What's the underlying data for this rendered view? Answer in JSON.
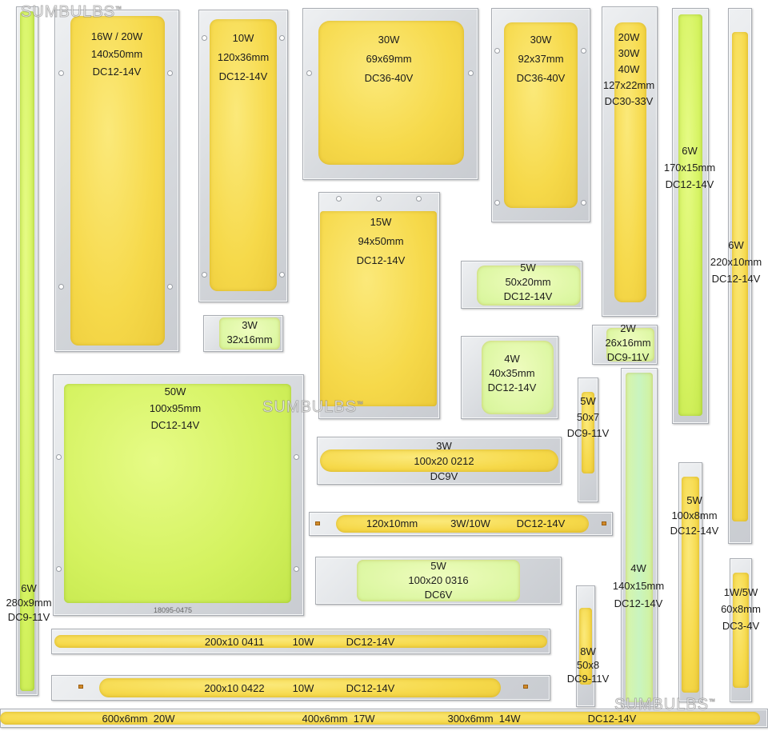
{
  "watermark": "SUMBULBS",
  "watermark_mark": "™",
  "labels": {
    "p16w": [
      "16W / 20W",
      "140x50mm",
      "DC12-14V"
    ],
    "p10w": [
      "10W",
      "120x36mm",
      "DC12-14V"
    ],
    "p30a": [
      "30W",
      "69x69mm",
      "DC36-40V"
    ],
    "p30b": [
      "30W",
      "92x37mm",
      "DC36-40V"
    ],
    "p20w": [
      "20W",
      "30W",
      "40W",
      "127x22mm",
      "DC30-33V"
    ],
    "p6wa": [
      "6W",
      "170x15mm",
      "DC12-14V"
    ],
    "p6wb": [
      "6W",
      "220x10mm",
      "DC12-14V"
    ],
    "p6wc": [
      "6W",
      "280x9mm",
      "DC9-11V"
    ],
    "p15w": [
      "15W",
      "94x50mm",
      "DC12-14V"
    ],
    "p5wa": [
      "5W",
      "50x20mm",
      "DC12-14V"
    ],
    "p3wa": [
      "3W",
      "32x16mm"
    ],
    "p2w": [
      "2W",
      "26x16mm",
      "DC9-11V"
    ],
    "p4wa": [
      "4W",
      "40x35mm",
      "DC12-14V"
    ],
    "p50w": [
      "50W",
      "100x95mm",
      "DC12-14V"
    ],
    "p5wb": [
      "5W",
      "50x7",
      "DC9-11V"
    ],
    "p3wb": [
      "3W",
      "100x20 0212",
      "DC9V"
    ],
    "p3w10": [
      "120x10mm",
      "3W/10W",
      "DC12-14V"
    ],
    "p5wc": [
      "5W",
      "100x20 0316",
      "DC6V"
    ],
    "p4wb": [
      "4W",
      "140x15mm",
      "DC12-14V"
    ],
    "p5wd": [
      "5W",
      "100x8mm",
      "DC12-14V"
    ],
    "p1w": [
      "1W/5W",
      "60x8mm",
      "DC3-4V"
    ],
    "p200a": [
      "200x10 0411",
      "10W",
      "DC12-14V"
    ],
    "p200b": [
      "200x10 0422",
      "10W",
      "DC12-14V"
    ],
    "p8w": [
      "8W",
      "50x8",
      "DC9-11V"
    ],
    "strip": [
      "600x6mm  20W",
      "400x6mm  17W",
      "300x6mm  14W",
      "DC12-14V"
    ]
  },
  "board_codes": {
    "p50w": "18095-0475"
  }
}
